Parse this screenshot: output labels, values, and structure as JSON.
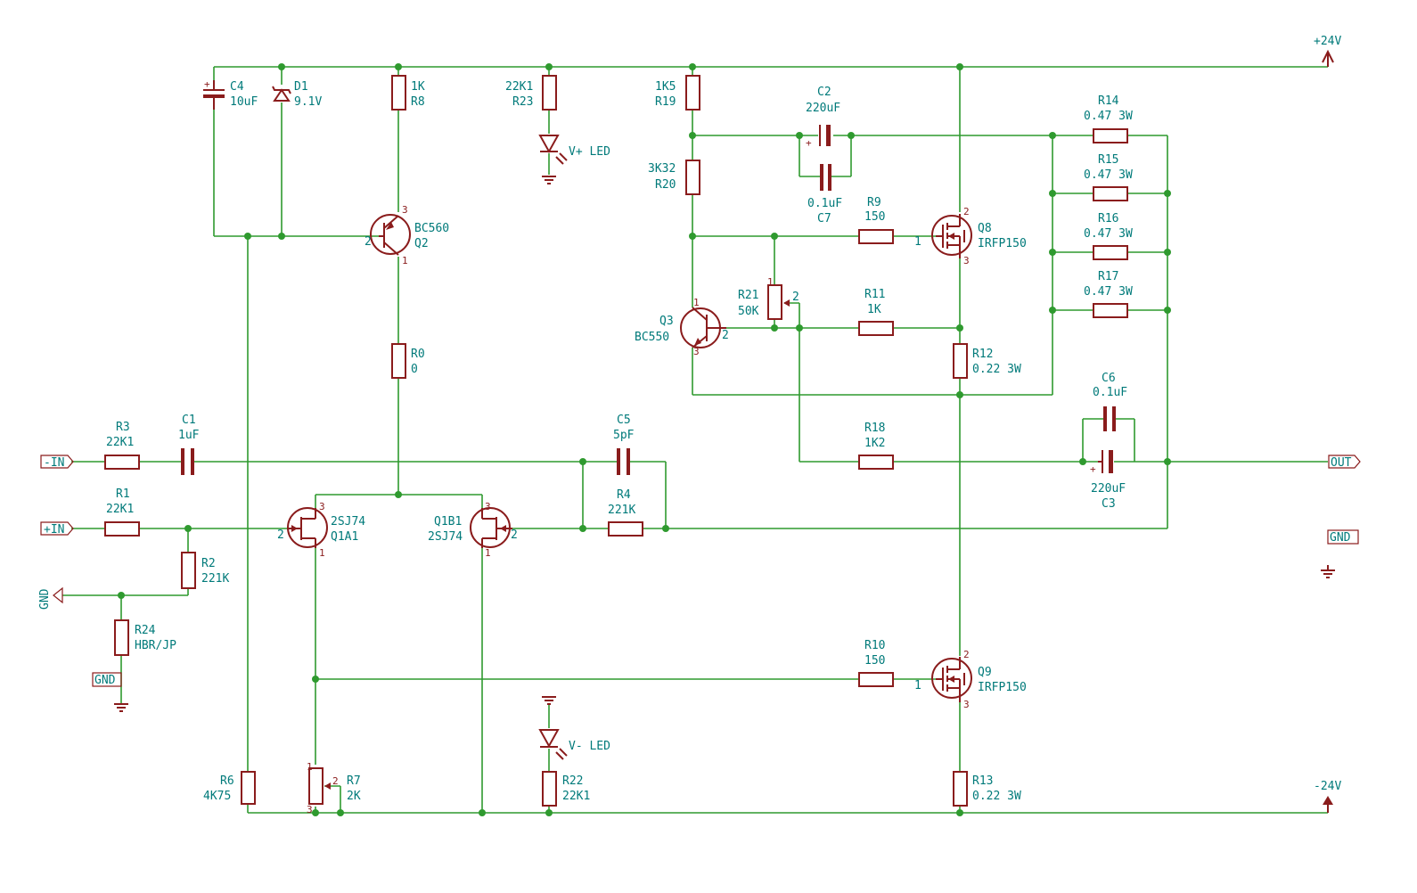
{
  "rails": {
    "positive": "+24V",
    "negative": "-24V"
  },
  "ports": {
    "in_minus": "-IN",
    "in_plus": "+IN",
    "out": "OUT",
    "gnd_port": "GND",
    "gnd_left": "GND",
    "gnd_box": "GND"
  },
  "components": {
    "C4": {
      "ref": "C4",
      "value": "10uF"
    },
    "D1": {
      "ref": "D1",
      "value": "9.1V"
    },
    "R8": {
      "ref": "R8",
      "value": "1K"
    },
    "R23": {
      "ref": "R23",
      "value": "22K1"
    },
    "LED_P": {
      "value": "V+ LED"
    },
    "R19": {
      "ref": "R19",
      "value": "1K5"
    },
    "R20": {
      "ref": "R20",
      "value": "3K32"
    },
    "C2": {
      "ref": "C2",
      "value": "220uF"
    },
    "C7": {
      "ref": "C7",
      "value": "0.1uF"
    },
    "R9": {
      "ref": "R9",
      "value": "150"
    },
    "Q8": {
      "ref": "Q8",
      "value": "IRFP150"
    },
    "R14": {
      "ref": "R14",
      "value": "0.47 3W"
    },
    "R15": {
      "ref": "R15",
      "value": "0.47 3W"
    },
    "R16": {
      "ref": "R16",
      "value": "0.47 3W"
    },
    "R17": {
      "ref": "R17",
      "value": "0.47 3W"
    },
    "Q2": {
      "ref": "Q2",
      "value": "BC560"
    },
    "R21": {
      "ref": "R21",
      "value": "50K"
    },
    "Q3": {
      "ref": "Q3",
      "value": "BC550"
    },
    "R11": {
      "ref": "R11",
      "value": "1K"
    },
    "R12": {
      "ref": "R12",
      "value": "0.22 3W"
    },
    "R0": {
      "ref": "R0",
      "value": "0"
    },
    "C6": {
      "ref": "C6",
      "value": "0.1uF"
    },
    "R3": {
      "ref": "R3",
      "value": "22K1"
    },
    "C1": {
      "ref": "C1",
      "value": "1uF"
    },
    "C5": {
      "ref": "C5",
      "value": "5pF"
    },
    "R18": {
      "ref": "R18",
      "value": "1K2"
    },
    "C3": {
      "ref": "C3",
      "value": "220uF"
    },
    "R1": {
      "ref": "R1",
      "value": "22K1"
    },
    "Q1A": {
      "ref": "Q1A1",
      "value": "2SJ74"
    },
    "Q1B": {
      "ref": "Q1B1",
      "value": "2SJ74"
    },
    "R4": {
      "ref": "R4",
      "value": "221K"
    },
    "R2": {
      "ref": "R2",
      "value": "221K"
    },
    "R24": {
      "ref": "R24",
      "value": "HBR/JP"
    },
    "R10": {
      "ref": "R10",
      "value": "150"
    },
    "Q9": {
      "ref": "Q9",
      "value": "IRFP150"
    },
    "LED_N": {
      "value": "V- LED"
    },
    "R6": {
      "ref": "R6",
      "value": "4K75"
    },
    "R7": {
      "ref": "R7",
      "value": "2K"
    },
    "R22": {
      "ref": "R22",
      "value": "22K1"
    },
    "R13": {
      "ref": "R13",
      "value": "0.22 3W"
    }
  },
  "pins": {
    "p1": "1",
    "p2": "2",
    "p3": "3"
  },
  "colors": {
    "wire": "#2f9a2f",
    "component": "#8a1c1c",
    "text": "#007a7a"
  }
}
